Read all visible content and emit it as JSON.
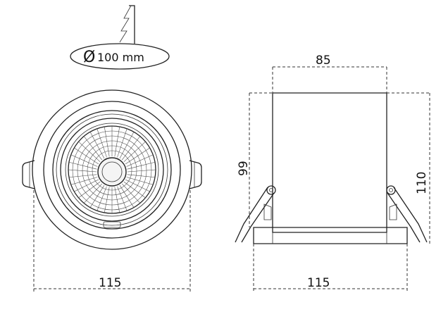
{
  "cutout": {
    "symbol": "Ø",
    "label": "100 mm"
  },
  "dimensions": {
    "top_width": "85",
    "left_height": "99",
    "right_height": "110",
    "front_width": "115",
    "side_width": "115"
  },
  "colors": {
    "stroke": "#222222",
    "background": "#ffffff",
    "led": "#f4f4f4"
  }
}
